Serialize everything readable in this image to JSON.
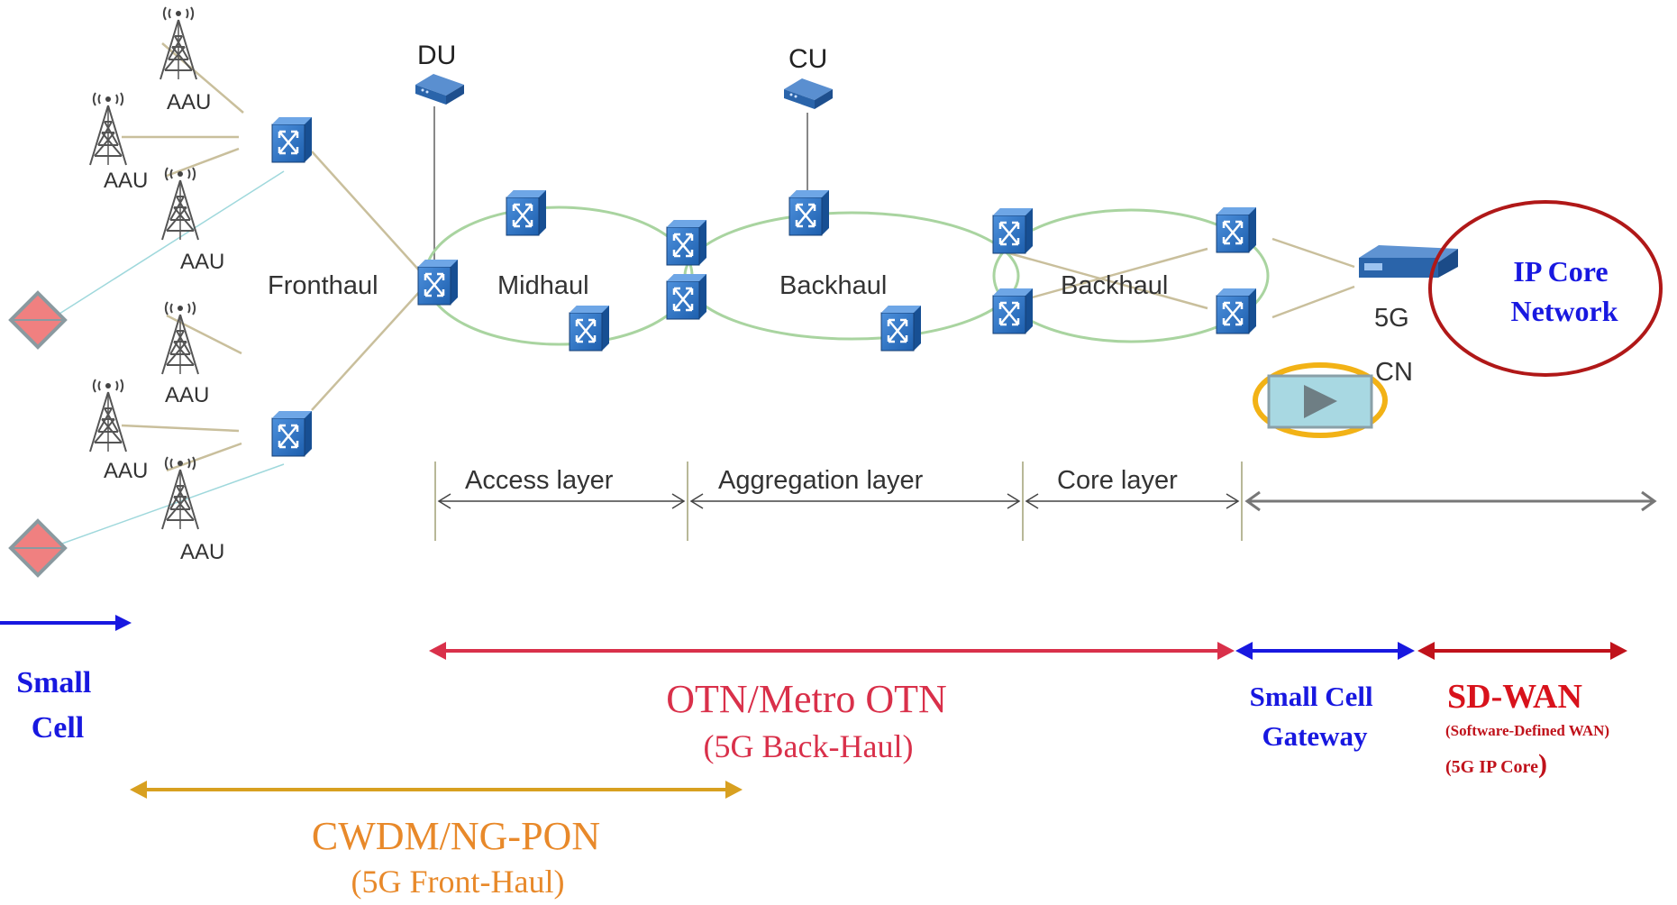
{
  "nodes": {
    "du": "DU",
    "cu": "CU",
    "aau": "AAU",
    "fronthaul": "Fronthaul",
    "midhaul": "Midhaul",
    "backhaul_1": "Backhaul",
    "backhaul_2": "Backhaul",
    "cn_5g": "5G",
    "cn": "CN"
  },
  "ip_core": {
    "line1": "IP Core",
    "line2": "Network"
  },
  "layers": {
    "access": "Access layer",
    "aggregation": "Aggregation layer",
    "core": "Core layer"
  },
  "spans": {
    "small_cell": {
      "line1": "Small",
      "line2": "Cell"
    },
    "otn": {
      "line1": "OTN/Metro OTN",
      "line2": "(5G Back-Haul)"
    },
    "gateway": {
      "line1": "Small Cell",
      "line2": "Gateway"
    },
    "sdwan": {
      "line1": "SD-WAN",
      "line2": "(Software-Defined WAN)",
      "line3": "(5G IP Core",
      "line3_paren": ")"
    },
    "cwdm": {
      "line1": "CWDM/NG-PON",
      "line2": "(5G Front-Haul)"
    }
  },
  "colors": {
    "switch_blue": "#2f74c9",
    "ring_green": "#a9d4a0",
    "link_tan": "#c9bf9c",
    "otn_red": "#d9304a",
    "small_cell_blue": "#1818e0",
    "sdwan_red": "#c0121b",
    "cwdm_orange": "#e8892a",
    "cwdm_arrow": "#d8a020",
    "ip_core_ellipse": "#b01818",
    "play_ring": "#f2b216",
    "play_box": "#a8d8e2"
  },
  "icons": [
    "tower-icon",
    "switch-icon",
    "server-icon",
    "router-icon",
    "small-cell-icon",
    "play-icon"
  ]
}
